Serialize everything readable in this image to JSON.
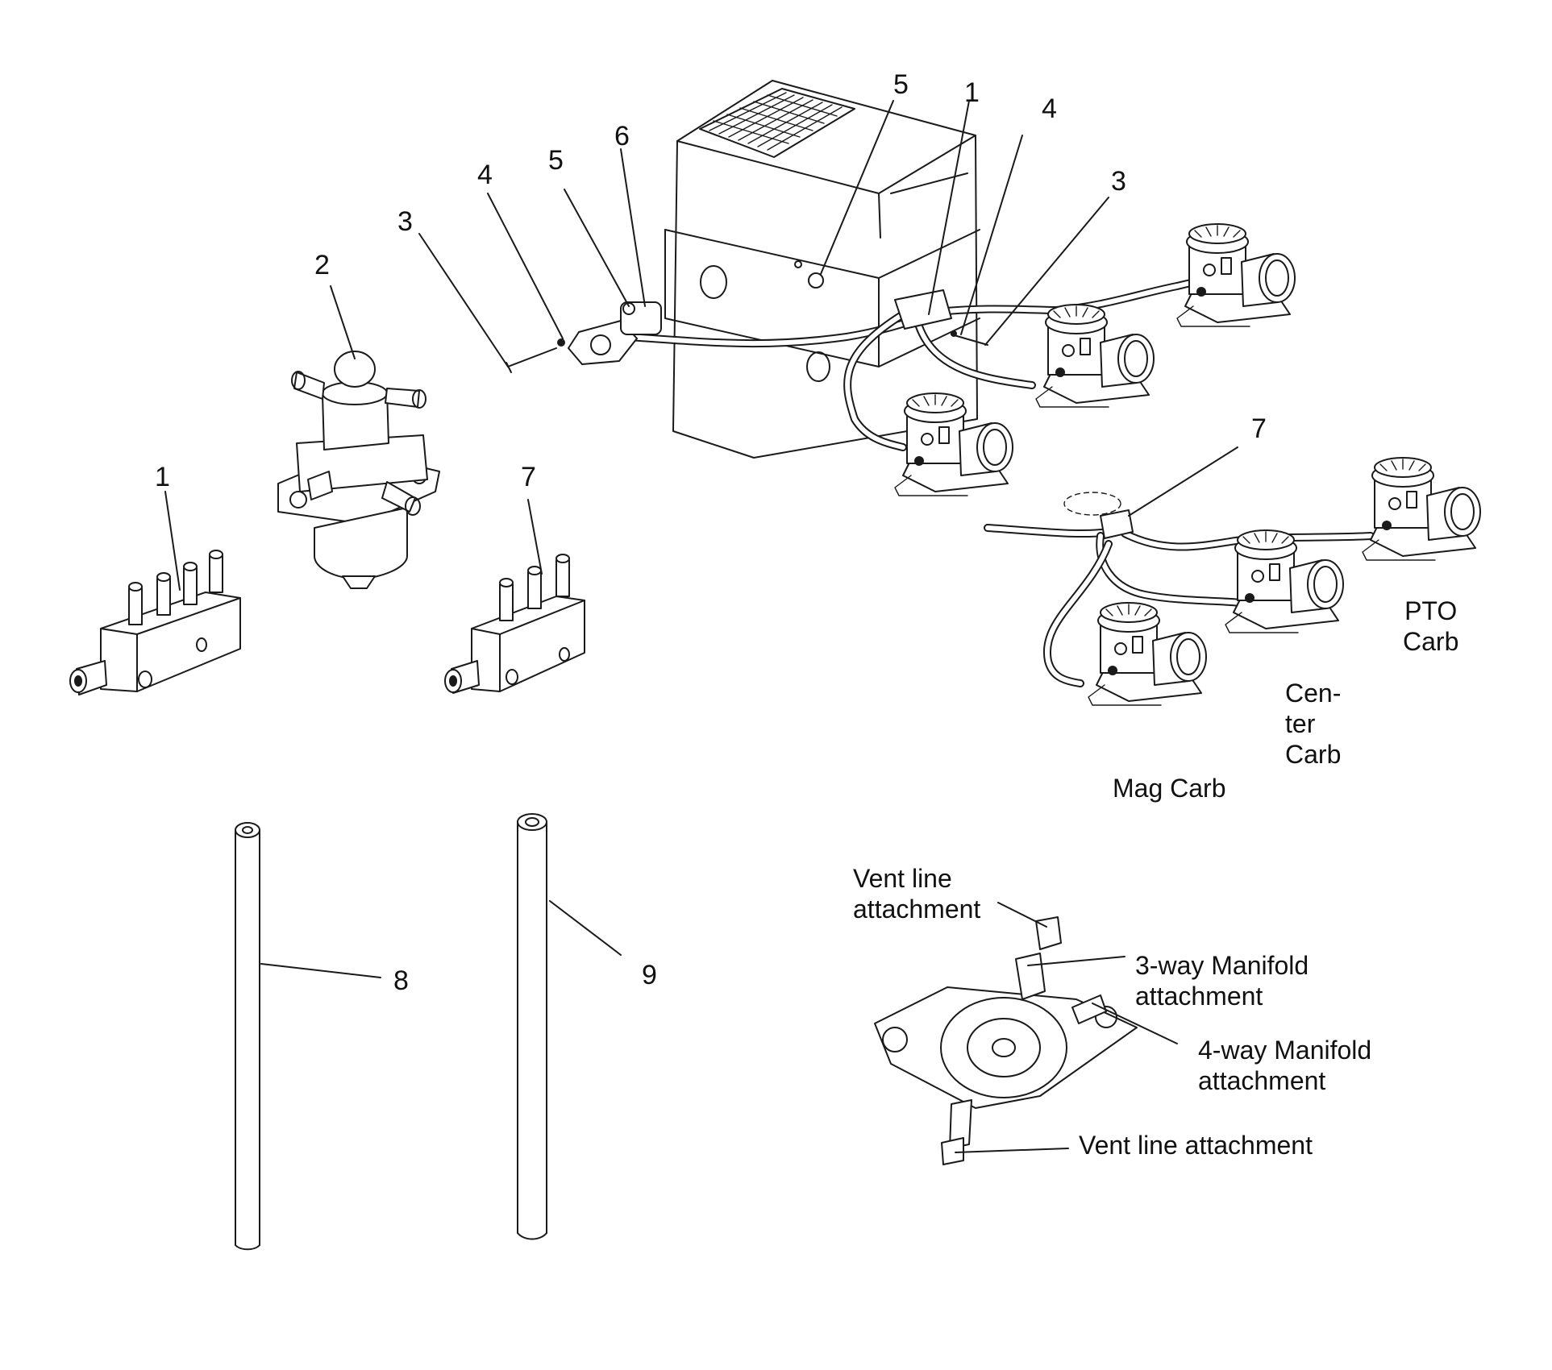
{
  "callouts": {
    "tank_5": "5",
    "tank_1": "1",
    "tank_4_right": "4",
    "tank_3_right": "3",
    "tank_6": "6",
    "tank_5_left": "5",
    "tank_4_left": "4",
    "tank_3_left": "3",
    "pump_2": "2",
    "manifold4_1": "1",
    "manifold3_7": "7",
    "lower_7": "7",
    "hose_8": "8",
    "hose_9": "9"
  },
  "carb_labels": {
    "pto": "PTO\nCarb",
    "center": "Cen-\nter\nCarb",
    "mag": "Mag Carb"
  },
  "pump_detail": {
    "vent_top": "Vent line\nattachment",
    "manifold3": "3-way Manifold\nattachment",
    "manifold4": "4-way Manifold\nattachment",
    "vent_bottom": "Vent line attachment"
  }
}
